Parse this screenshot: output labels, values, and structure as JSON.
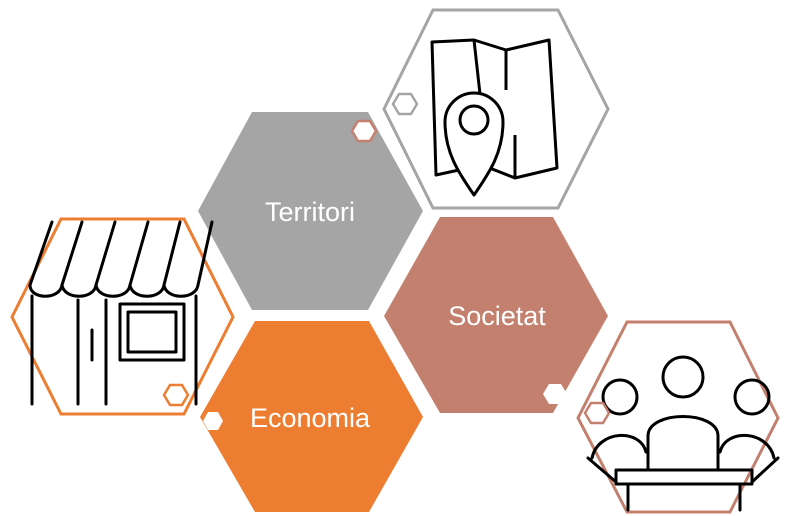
{
  "diagram": {
    "labels": {
      "territori": "Territori",
      "societat": "Societat",
      "economia": "Economia"
    },
    "colors": {
      "territori": "#A5A5A5",
      "societat": "#C4806E",
      "economia": "#ED7D31",
      "icon_stroke": "#000000",
      "small_hex": "#C4806E"
    },
    "icons": [
      "map-pin-icon",
      "shop-icon",
      "meeting-group-icon"
    ]
  }
}
